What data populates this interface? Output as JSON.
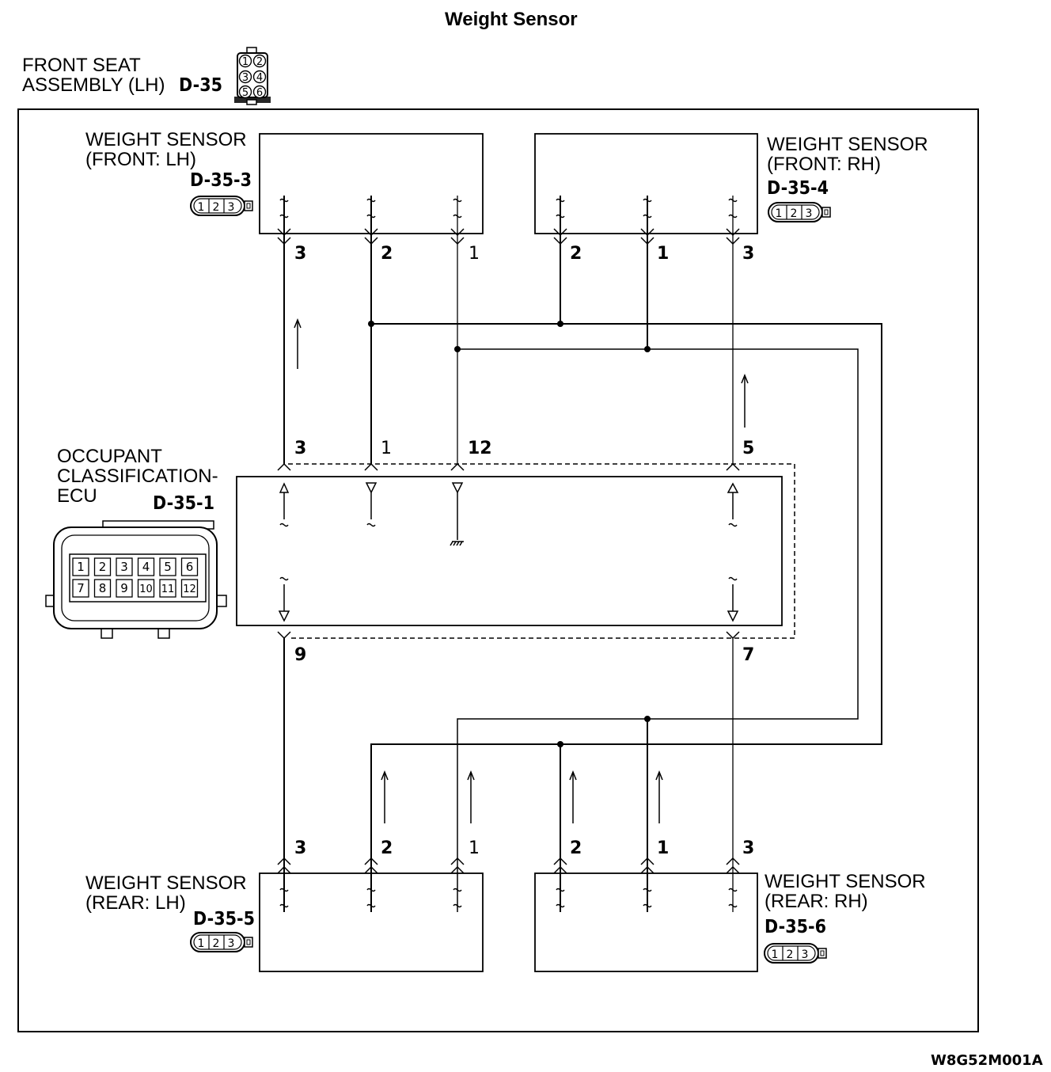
{
  "title": "Weight Sensor",
  "harness": {
    "line1": "FRONT SEAT",
    "line2": "ASSEMBLY (LH)",
    "code": "D-35",
    "pins": [
      "1",
      "2",
      "3",
      "4",
      "5",
      "6"
    ]
  },
  "sensors": {
    "front_lh": {
      "line1": "WEIGHT SENSOR",
      "line2": "(FRONT: LH)",
      "code": "D-35-3",
      "pins": [
        "3",
        "2",
        "1"
      ]
    },
    "front_rh": {
      "line1": "WEIGHT SENSOR",
      "line2": "(FRONT: RH)",
      "code": "D-35-4",
      "pins": [
        "2",
        "1",
        "3"
      ]
    },
    "rear_lh": {
      "line1": "WEIGHT SENSOR",
      "line2": "(REAR: LH)",
      "code": "D-35-5",
      "pins": [
        "3",
        "2",
        "1"
      ]
    },
    "rear_rh": {
      "line1": "WEIGHT SENSOR",
      "line2": "(REAR: RH)",
      "code": "D-35-6",
      "pins": [
        "2",
        "1",
        "3"
      ]
    }
  },
  "connector3_pins": [
    "1",
    "2",
    "3"
  ],
  "ecu": {
    "line1": "OCCUPANT",
    "line2": "CLASSIFICATION-",
    "line3": "ECU",
    "code": "D-35-1",
    "top_pins": [
      "3",
      "1",
      "12",
      "5"
    ],
    "bottom_pins": [
      "9",
      "7"
    ],
    "connector_pins": [
      "1",
      "2",
      "3",
      "4",
      "5",
      "6",
      "7",
      "8",
      "9",
      "10",
      "11",
      "12"
    ]
  },
  "figure_id": "W8G52M001A"
}
